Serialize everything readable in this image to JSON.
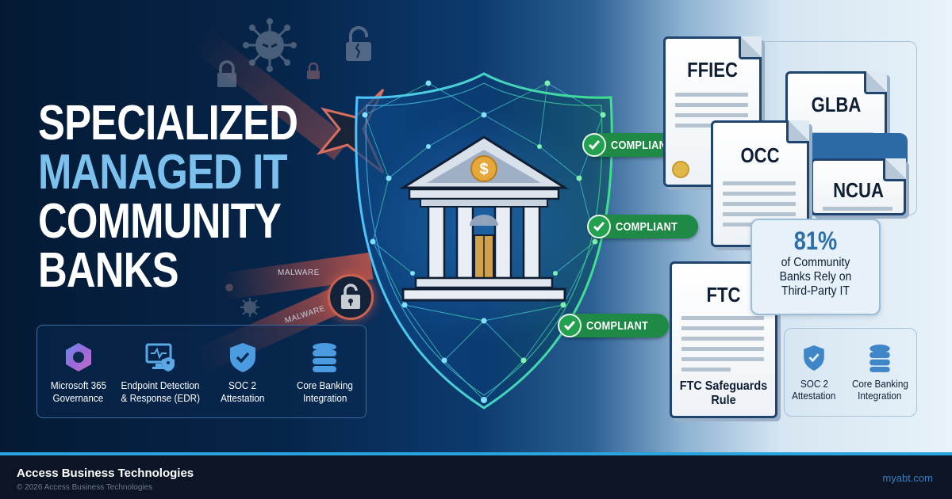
{
  "headline": {
    "line1": "SPECIALIZED",
    "line2": "MANAGED IT",
    "line3": "COMMUNITY",
    "line4": "BANKS"
  },
  "features": [
    {
      "icon": "microsoft-365-icon",
      "label_line1": "Microsoft 365",
      "label_line2": "Governance"
    },
    {
      "icon": "endpoint-monitor-icon",
      "label_line1": "Endpoint Detection",
      "label_line2": "& Response (EDR)"
    },
    {
      "icon": "shield-check-icon",
      "label_line1": "SOC 2",
      "label_line2": "Attestation"
    },
    {
      "icon": "database-icon",
      "label_line1": "Core Banking",
      "label_line2": "Integration"
    }
  ],
  "threats": {
    "labels": [
      "MALWARE",
      "MALWARE"
    ]
  },
  "center": {
    "icon": "bank-building-icon",
    "coin_symbol": "$"
  },
  "badges": [
    {
      "label": "COMPLIANT"
    },
    {
      "label": "COMPLIANT"
    },
    {
      "label": "COMPLIANT"
    }
  ],
  "documents": [
    {
      "title": "FFIEC"
    },
    {
      "title": "GLBA"
    },
    {
      "title": "OCC"
    },
    {
      "title": "NCUA"
    },
    {
      "title": "FTC",
      "caption_line1": "FTC Safeguards",
      "caption_line2": "Rule"
    }
  ],
  "stat": {
    "value": "81%",
    "line1": "of Community",
    "line2": "Banks Rely on",
    "line3": "Third-Party IT"
  },
  "mini_features": [
    {
      "icon": "shield-check-icon",
      "label_line1": "SOC 2",
      "label_line2": "Attestation"
    },
    {
      "icon": "database-icon",
      "label_line1": "Core Banking",
      "label_line2": "Integration"
    }
  ],
  "footer": {
    "company": "Access Business Technologies",
    "copyright": "© 2026 Access Business Technologies",
    "url": "myabt.com"
  },
  "colors": {
    "navy": "#041a34",
    "accent_blue": "#7cc0ee",
    "compliant_green": "#1e8a45",
    "footer_bg": "#0b1526",
    "accent_line": "#2aa3de",
    "doc_border": "#1f4470"
  }
}
